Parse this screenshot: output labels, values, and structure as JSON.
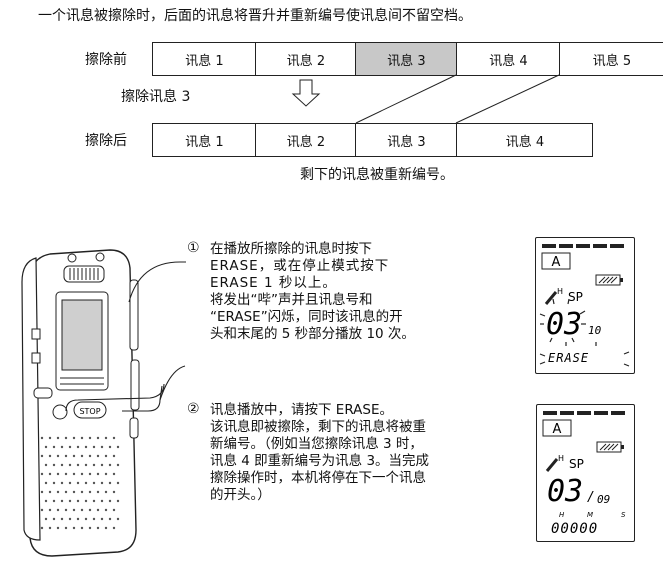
{
  "intro": "一个讯息被擦除时，后面的讯息将晋升并重新编号使讯息间不留空档。",
  "diagram": {
    "before_label": "擦除前",
    "erase_label": "擦除讯息 3",
    "after_label": "擦除后",
    "before_cells": [
      "讯息 1",
      "讯息 2",
      "讯息 3",
      "讯息 4",
      "讯息 5"
    ],
    "after_cells": [
      "讯息 1",
      "讯息 2",
      "讯息 3",
      "讯息 4"
    ],
    "caption": "剩下的讯息被重新编号。"
  },
  "step1": {
    "num": "①",
    "lines": [
      "在播放所擦除的讯息时按下",
      "ERASE，或在停止模式按下",
      "ERASE 1 秒以上。",
      "将发出“哔”声并且讯息号和",
      "“ERASE”闪烁，同时该讯息的开",
      "头和末尾的 5 秒部分播放 10 次。"
    ]
  },
  "step2": {
    "num": "②",
    "lines": [
      "讯息播放中，请按下 ERASE。",
      "该讯息即被擦除，剩下的讯息将被重",
      "新编号。（例如当您擦除讯息 3 时，",
      "讯息 4 即重新编号为讯息 3。当完成",
      "擦除操作时，本机将停在下一个讯息",
      "的开头。）"
    ]
  },
  "lcd1": {
    "folder": "A",
    "mode": "SP",
    "number": "03",
    "total": "10",
    "erase": "ERASE",
    "h": "H"
  },
  "lcd2": {
    "folder": "A",
    "mode": "SP",
    "number": "03",
    "total": "09",
    "time": "00000",
    "h_small": "H",
    "m_small": "M",
    "s_small": "S",
    "h": "H"
  },
  "device": {
    "stop_label": "STOP"
  }
}
